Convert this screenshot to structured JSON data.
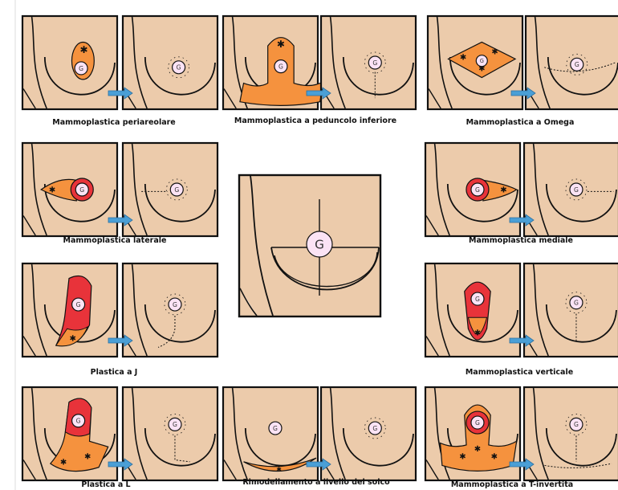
{
  "colors": {
    "skin": "#eccbab",
    "frame": "#111111",
    "excision": "#f5923e",
    "areola": "#e8333a",
    "nipple": "#fbe3f5",
    "arrow": "#4a9fd6"
  },
  "procedures": [
    {
      "id": "periareolare",
      "caption": "Mammoplastica periareolare"
    },
    {
      "id": "peduncolo-inferiore",
      "caption": "Mammoplastica a peduncolo inferiore"
    },
    {
      "id": "omega",
      "caption": "Mammoplastica a Omega"
    },
    {
      "id": "laterale",
      "caption": "Mammoplastica laterale"
    },
    {
      "id": "mediale",
      "caption": "Mammoplastica mediale"
    },
    {
      "id": "plastica-j",
      "caption": "Plastica a J"
    },
    {
      "id": "verticale",
      "caption": "Mammoplastica verticale"
    },
    {
      "id": "plastica-l",
      "caption": "Plastica a L"
    },
    {
      "id": "rimodellamento-solco",
      "caption": "Rimodellamento a livello del solco"
    },
    {
      "id": "t-invertita",
      "caption": "Mammoplastica a T-invertita"
    }
  ],
  "nipple_symbol": "G",
  "star_symbol": "✱"
}
